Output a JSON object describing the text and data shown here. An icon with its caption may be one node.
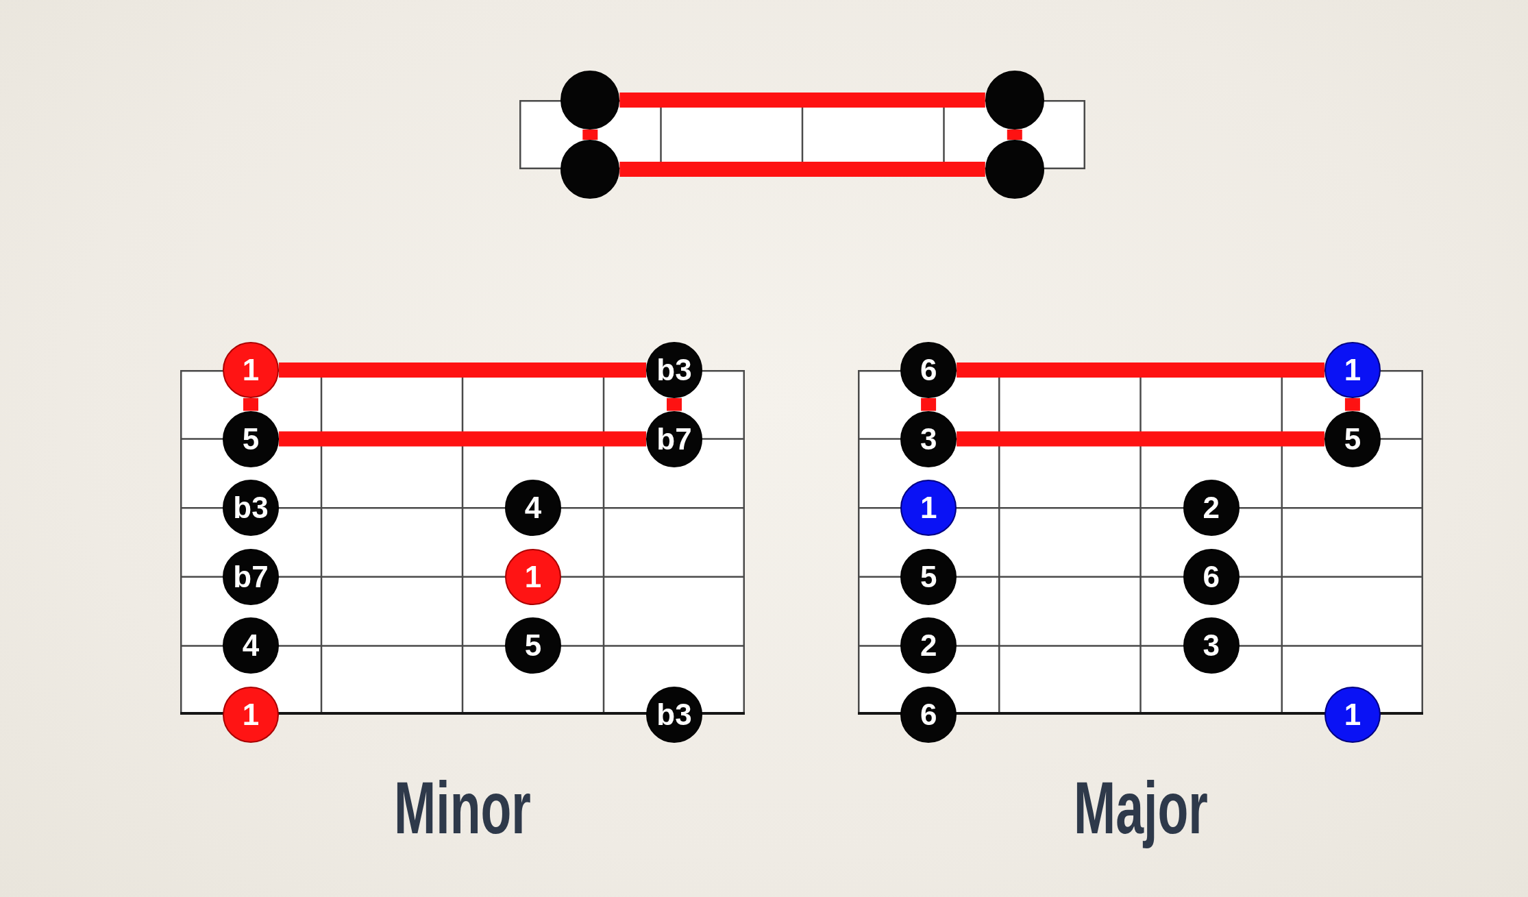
{
  "diagram": {
    "nodes": [
      {
        "text": [],
        "shape": "circle"
      },
      {
        "text": [],
        "shape": "circle"
      },
      {
        "text": [],
        "shape": "circle"
      },
      {
        "text": [],
        "shape": "circle"
      },
      {
        "text": [
          "1"
        ]
      },
      {
        "text": [
          "b3"
        ]
      },
      {
        "text": [
          "5"
        ]
      },
      {
        "text": [
          "b7"
        ]
      },
      {
        "text": [
          "b3"
        ]
      },
      {
        "text": [
          "4"
        ]
      },
      {
        "text": [
          "b7"
        ]
      },
      {
        "text": [
          "1"
        ]
      },
      {
        "text": [
          "4"
        ]
      },
      {
        "text": [
          "5"
        ]
      },
      {
        "text": [
          "1"
        ]
      },
      {
        "text": [
          "b3"
        ]
      },
      {
        "text": [
          "6"
        ]
      },
      {
        "text": [
          "1"
        ]
      },
      {
        "text": [
          "3"
        ]
      },
      {
        "text": [
          "5"
        ]
      },
      {
        "text": [
          "1"
        ]
      },
      {
        "text": [
          "2"
        ]
      },
      {
        "text": [
          "5"
        ]
      },
      {
        "text": [
          "6"
        ]
      },
      {
        "text": [
          "2"
        ]
      },
      {
        "text": [
          "3"
        ]
      },
      {
        "text": [
          "6"
        ]
      },
      {
        "text": [
          "1"
        ]
      }
    ],
    "edges": [
      {
        "from": 0,
        "to": 1,
        "arrow": "none"
      },
      {
        "from": 2,
        "to": 3,
        "arrow": "none"
      },
      {
        "from": 0,
        "to": 2,
        "arrow": "none"
      },
      {
        "from": 1,
        "to": 3,
        "arrow": "none"
      },
      {
        "from": 4,
        "to": 5,
        "arrow": "none"
      },
      {
        "from": 6,
        "to": 7,
        "arrow": "none"
      },
      {
        "from": 4,
        "to": 6,
        "arrow": "none"
      },
      {
        "from": 5,
        "to": 7,
        "arrow": "none"
      },
      {
        "from": 16,
        "to": 17,
        "arrow": "none"
      },
      {
        "from": 18,
        "to": 19,
        "arrow": "none"
      },
      {
        "from": 16,
        "to": 18,
        "arrow": "none"
      },
      {
        "from": 17,
        "to": 19,
        "arrow": "none"
      }
    ],
    "labels": [
      "Minor",
      "Major"
    ]
  }
}
